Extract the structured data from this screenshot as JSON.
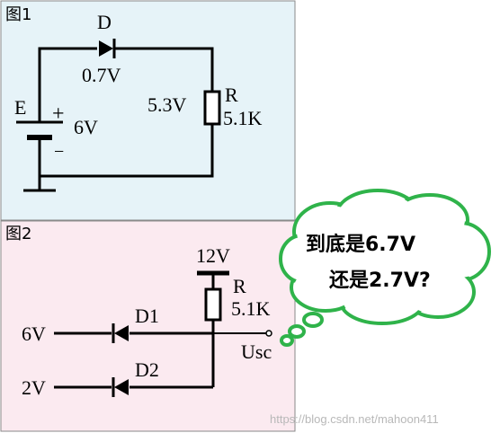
{
  "figure1": {
    "label": "图1",
    "diode_name": "D",
    "diode_drop": "0.7V",
    "resistor_voltage": "5.3V",
    "resistor_name": "R",
    "resistor_value": "5.1K",
    "source_name": "E",
    "source_plus": "+",
    "source_minus": "−",
    "source_value": "6V"
  },
  "figure2": {
    "label": "图2",
    "supply": "12V",
    "resistor_name": "R",
    "resistor_value": "5.1K",
    "input1": "6V",
    "diode1": "D1",
    "input2": "2V",
    "diode2": "D2",
    "output": "Usc"
  },
  "bubble": {
    "line1": "到底是6.7V",
    "line2": "还是2.7V?"
  },
  "watermark": "https://blog.csdn.net/mahoon411",
  "colors": {
    "panel1_bg": "#e6f3f8",
    "panel2_bg": "#fbeaf0",
    "bubble_stroke": "#2fb34a",
    "line": "#000000"
  }
}
